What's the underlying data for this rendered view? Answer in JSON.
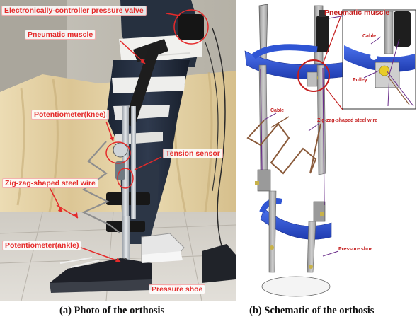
{
  "left_panel": {
    "labels": {
      "valve": "Electronically-controller pressure valve",
      "muscle": "Pneumatic muscle",
      "pot_knee": "Potentiometer(knee)",
      "tension": "Tension sensor",
      "zigzag": "Zig-zag-shaped steel wire",
      "pot_ankle": "Potentiometer(ankle)",
      "shoe": "Pressure shoe"
    },
    "caption": "(a) Photo of the orthosis"
  },
  "right_panel": {
    "labels": {
      "muscle": "Pneumatic muscle",
      "cable_inset": "Cable",
      "pulley": "Pulley",
      "cable_main": "Cable",
      "zigzag": "Zig-zag-shaped steel wire",
      "shoe": "Pressure shoe"
    },
    "caption": "(b) Schematic of the orthosis"
  },
  "colors": {
    "label_red": "#e52a2a",
    "schematic_red": "#c41e1e",
    "strap_blue": "#2f55d4",
    "cable_purple": "#6a2d8a",
    "wire_brown": "#8a5a3a"
  }
}
